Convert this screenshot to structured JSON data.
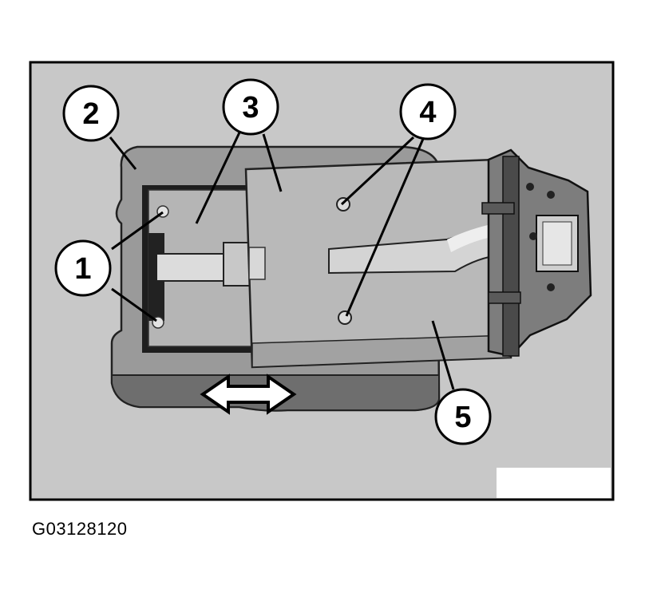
{
  "figure": {
    "callouts": [
      {
        "id": "callout-1",
        "label": "1"
      },
      {
        "id": "callout-2",
        "label": "2"
      },
      {
        "id": "callout-3",
        "label": "3"
      },
      {
        "id": "callout-4",
        "label": "4"
      },
      {
        "id": "callout-5",
        "label": "5"
      }
    ],
    "caption": "G03128120",
    "colors": {
      "background": "#c8c8c8",
      "frame": "#000000",
      "housing": "#9a9a9a",
      "housing_dark": "#6e6e6e",
      "plate": "#b9b9b9",
      "plate_light": "#cfcfcf"
    }
  }
}
